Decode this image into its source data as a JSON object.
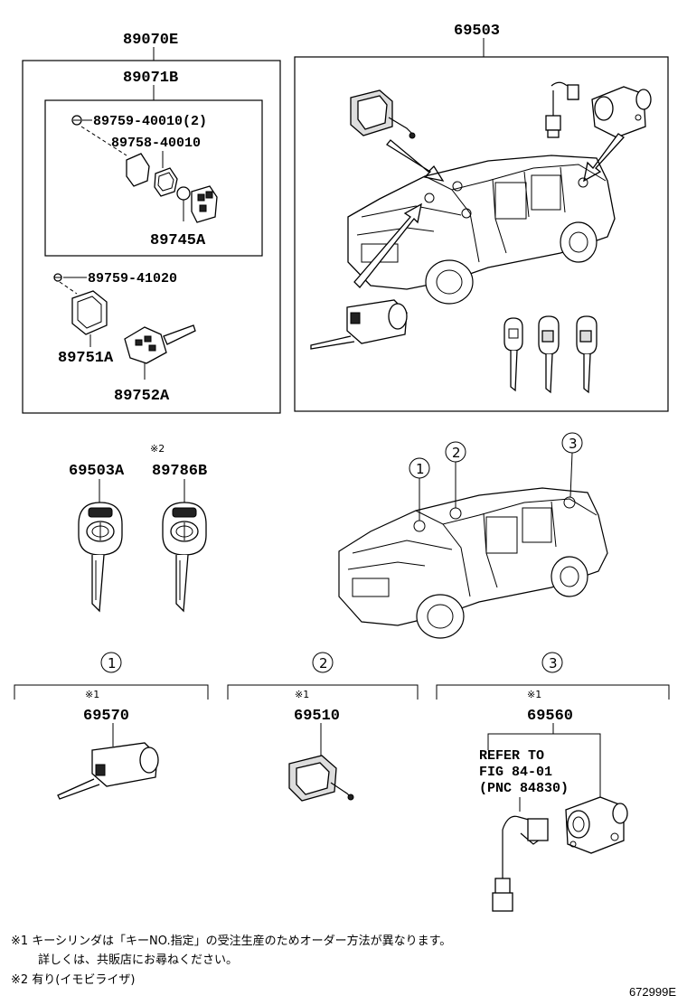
{
  "parts": {
    "p89070E": "89070E",
    "p89071B": "89071B",
    "p89759_40010": "89759-40010(2)",
    "p89758_40010": "89758-40010",
    "p89745A": "89745A",
    "p89759_41020": "89759-41020",
    "p89751A": "89751A",
    "p89752A": "89752A",
    "p69503": "69503",
    "p69503A": "69503A",
    "p89786B": "89786B",
    "p69570": "69570",
    "p69510": "69510",
    "p69560": "69560"
  },
  "marks": {
    "m1_a": "※1",
    "m1_b": "※1",
    "m1_c": "※1",
    "m2": "※2"
  },
  "positions": {
    "c1": "1",
    "c2": "2",
    "c3": "3"
  },
  "refer": {
    "line1": "REFER TO",
    "line2": "FIG 84-01",
    "line3": "(PNC 84830)"
  },
  "footnotes": {
    "n1_line1": "※1 キーシリンダは「キーNO.指定」の受注生産のためオーダー方法が異なります。",
    "n1_line2": "詳しくは、共販店にお尋ねください。",
    "n2": "※2 有り(イモビライザ)"
  },
  "figure_code": "672999E",
  "icons": [
    "key-icon",
    "vehicle-icon",
    "lock-cylinder-icon",
    "battery-icon",
    "screw-icon",
    "remote-transmitter-icon"
  ]
}
